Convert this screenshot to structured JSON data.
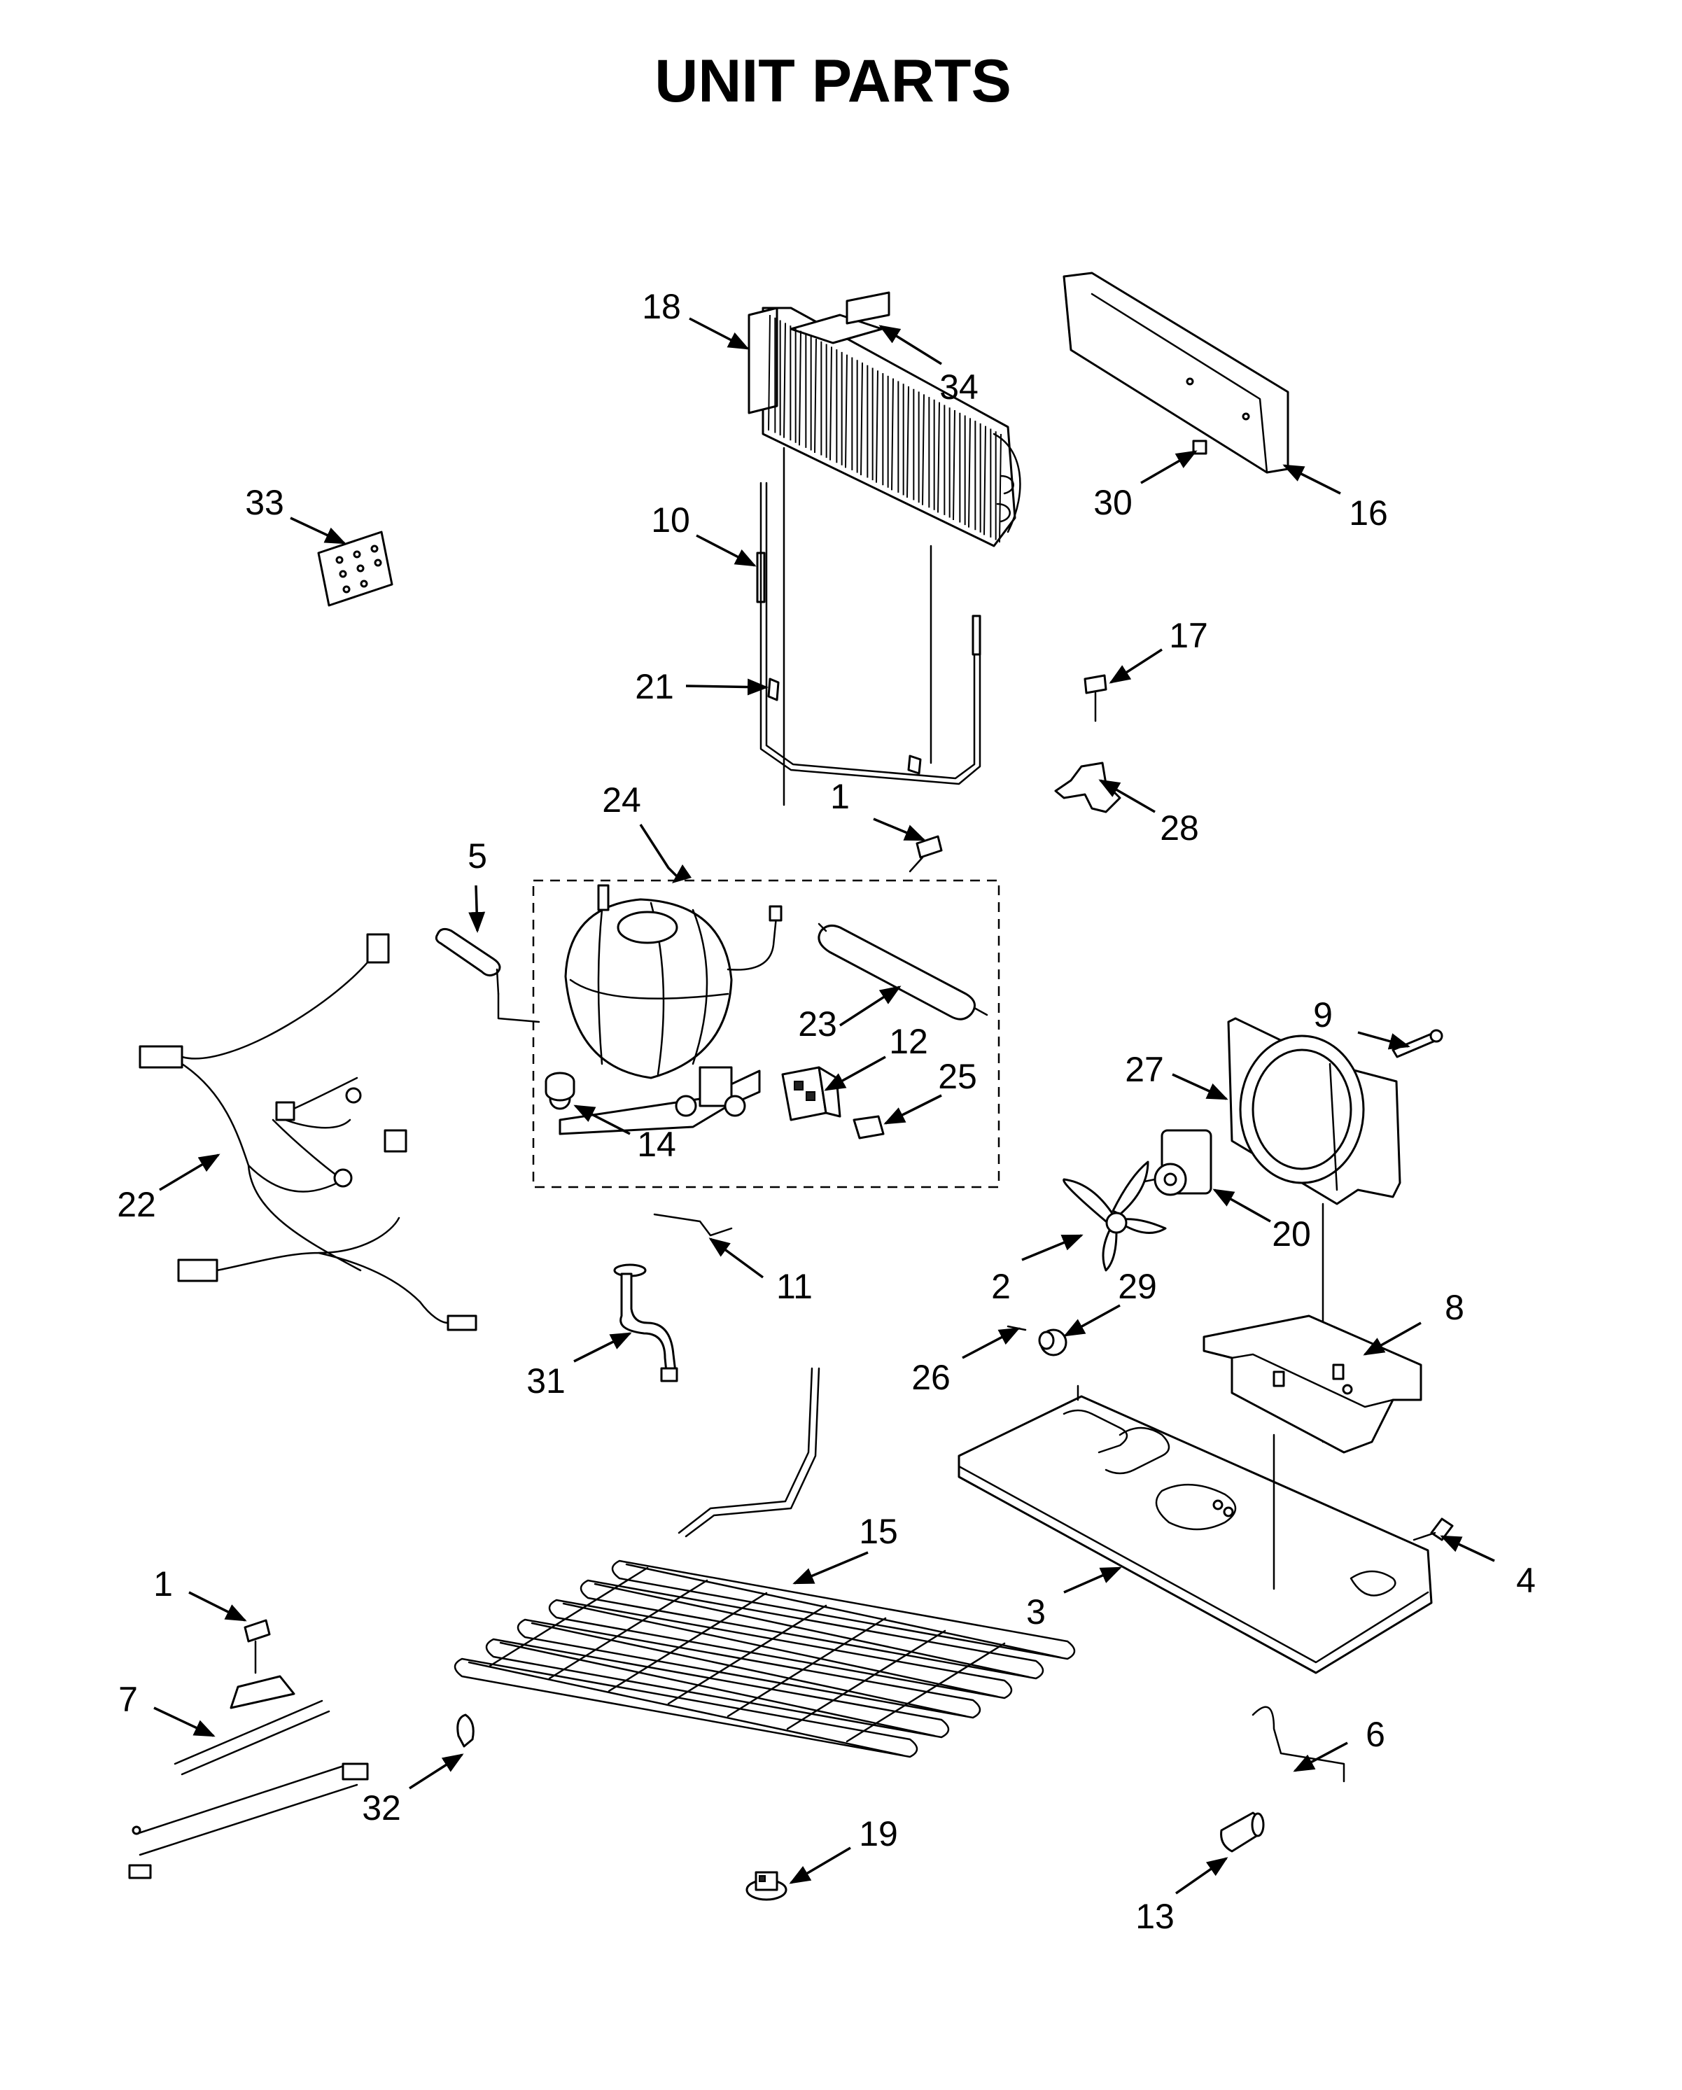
{
  "title": "UNIT PARTS",
  "callouts": {
    "c1a": "1",
    "c1b": "1",
    "c2": "2",
    "c3": "3",
    "c4": "4",
    "c5": "5",
    "c6": "6",
    "c7": "7",
    "c8": "8",
    "c9": "9",
    "c10": "10",
    "c11": "11",
    "c12": "12",
    "c13": "13",
    "c14": "14",
    "c15": "15",
    "c16": "16",
    "c17": "17",
    "c18": "18",
    "c19": "19",
    "c20": "20",
    "c21": "21",
    "c22": "22",
    "c23": "23",
    "c24": "24",
    "c25": "25",
    "c26": "26",
    "c27": "27",
    "c28": "28",
    "c29": "29",
    "c30": "30",
    "c31": "31",
    "c32": "32",
    "c33": "33",
    "c34": "34"
  },
  "colors": {
    "line": "#000000",
    "background": "#ffffff"
  }
}
